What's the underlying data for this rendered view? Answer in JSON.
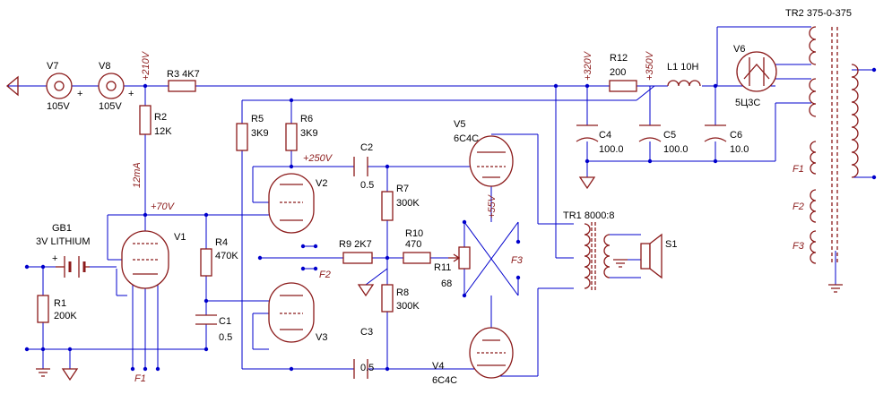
{
  "labels": {
    "v7": "V7",
    "v7_val": "105V",
    "v8": "V8",
    "v8_val": "105V",
    "plus210": "+210V",
    "r3": "R3 4K7",
    "r2": "R2",
    "r2_val": "12K",
    "current": "12mA",
    "plus70": "+70V",
    "gb1": "GB1",
    "gb1_type": "3V LITHIUM",
    "r1": "R1",
    "r1_val": "200K",
    "v1": "V1",
    "f1": "F1",
    "r4": "R4",
    "r4_val": "470K",
    "c1": "C1",
    "c1_val": "0.5",
    "r5": "R5",
    "r5_val": "3K9",
    "r6": "R6",
    "r6_val": "3K9",
    "plus250": "+250V",
    "c2": "C2",
    "c2_val": "0.5",
    "v2": "V2",
    "r7": "R7",
    "r7_val": "300K",
    "r9": "R9 2K7",
    "r10": "R10",
    "r10_val": "470",
    "r11": "R11",
    "r11_val": "68",
    "f2": "F2",
    "r8": "R8",
    "r8_val": "300K",
    "v3": "V3",
    "c3": "C3",
    "c3_val": "0.5",
    "v5": "V5",
    "v5_type": "6C4C",
    "plus55": "+55V",
    "f3": "F3",
    "v4": "V4",
    "v4_type": "6C4C",
    "plus320": "+320V",
    "r12": "R12",
    "r12_val": "200",
    "plus350": "+350V",
    "l1": "L1 10H",
    "c4": "C4",
    "c4_val": "100.0",
    "c5": "C5",
    "c5_val": "100.0",
    "c6": "C6",
    "c6_val": "10.0",
    "v6": "V6",
    "v6_type": "5Ц3С",
    "tr1": "TR1 8000:8",
    "s1": "S1",
    "tr2": "TR2 375-0-375",
    "f1b": "F1",
    "f2b": "F2",
    "f3b": "F3",
    "plus": "+"
  },
  "colors": {
    "wire": "#0000cc",
    "part": "#8b1a1a",
    "text": "#000000"
  }
}
